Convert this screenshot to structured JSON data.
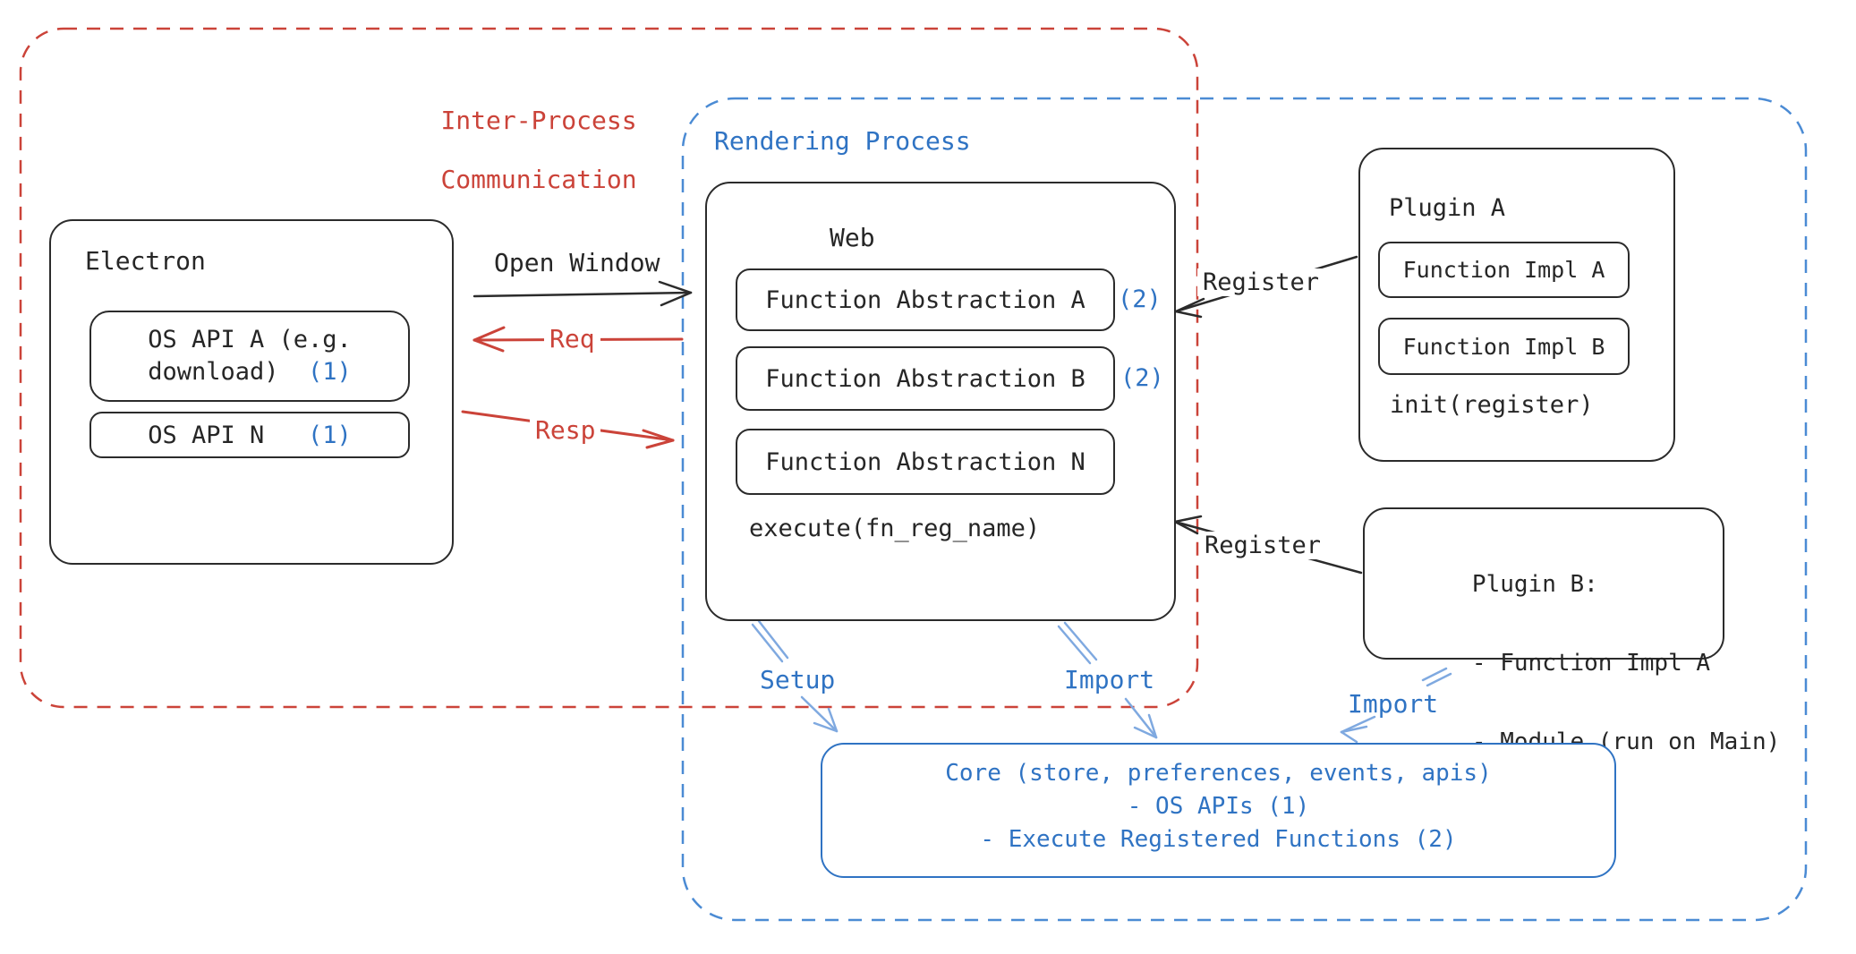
{
  "regions": {
    "ipc": {
      "line1": "Inter-Process",
      "line2": "Communication"
    },
    "rendering": {
      "label": "Rendering Process"
    }
  },
  "electron": {
    "title": "Electron",
    "apis": [
      {
        "line1": "OS API A (e.g.",
        "line2": "download)",
        "badge": "(1)"
      },
      {
        "label": "OS API N",
        "badge": "(1)"
      }
    ]
  },
  "web": {
    "title": "Web",
    "abstractions": [
      {
        "label": "Function Abstraction A",
        "badge": "(2)"
      },
      {
        "label": "Function Abstraction B",
        "badge": "(2)"
      },
      {
        "label": "Function Abstraction N",
        "badge": ""
      }
    ],
    "execute_label": "execute(fn_reg_name)"
  },
  "plugin_a": {
    "title": "Plugin A",
    "impls": [
      {
        "label": "Function Impl A"
      },
      {
        "label": "Function Impl B"
      }
    ],
    "init_label": "init(register)"
  },
  "plugin_b": {
    "line1": "Plugin B:",
    "line2": "- Function Impl A",
    "line3": "- Module (run on Main)"
  },
  "core": {
    "line1": "Core (store, preferences, events, apis)",
    "line2": "- OS APIs (1)",
    "line3": "- Execute Registered Functions (2)"
  },
  "arrows": {
    "open_window": "Open Window",
    "req": "Req",
    "resp": "Resp",
    "register_plugin_a": "Register",
    "register_plugin_b": "Register",
    "setup": "Setup",
    "import_web": "Import",
    "import_plugin_b": "Import"
  },
  "colors": {
    "red": "#cb4339",
    "blue_text": "#2f73c3",
    "blue_border": "#4b8bd4",
    "blue_arrow": "#7fa9e0",
    "ink": "#2b2b2b"
  }
}
